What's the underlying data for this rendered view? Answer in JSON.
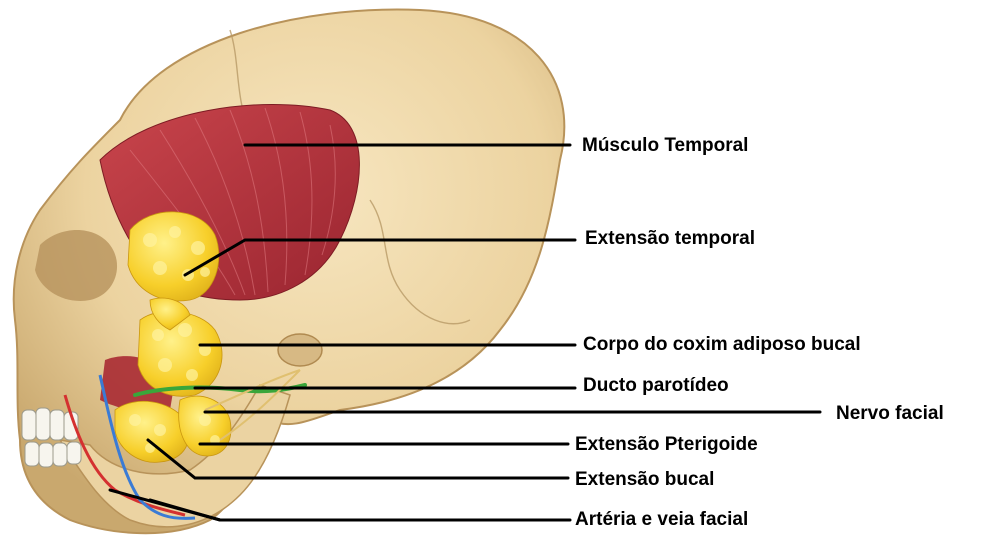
{
  "labels": [
    {
      "id": "temporal-muscle",
      "text": "Músculo Temporal"
    },
    {
      "id": "temporal-extension",
      "text": "Extensão temporal"
    },
    {
      "id": "buccal-fat-body",
      "text": "Corpo do coxim adiposo bucal"
    },
    {
      "id": "parotid-duct",
      "text": "Ducto parotídeo"
    },
    {
      "id": "facial-nerve",
      "text": "Nervo facial"
    },
    {
      "id": "pterygoid-extension",
      "text": "Extensão Pterigoide"
    },
    {
      "id": "buccal-extension",
      "text": "Extensão bucal"
    },
    {
      "id": "facial-artery-vein",
      "text": "Artéria e veia facial"
    }
  ],
  "colors": {
    "bone": "#f0d9a8",
    "bone_shadow": "#c9a86e",
    "muscle": "#b8323a",
    "fat": "#f7cf2a",
    "duct": "#3aa63a",
    "artery": "#d43030",
    "vein": "#3a7bd5",
    "nerve": "#e0c070",
    "teeth": "#f7f5ee",
    "leader": "#000000"
  }
}
